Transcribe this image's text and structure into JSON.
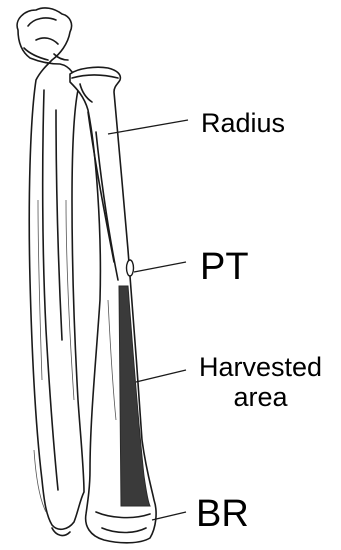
{
  "labels": {
    "radius": "Radius",
    "pt": "PT",
    "harvested_line1": "Harvested",
    "harvested_line2": "area",
    "br": "BR"
  },
  "colors": {
    "background": "#ffffff",
    "outline": "#1a1a1a",
    "bone_fill": "#ffffff",
    "harvested_area": "#3a3a3a"
  }
}
